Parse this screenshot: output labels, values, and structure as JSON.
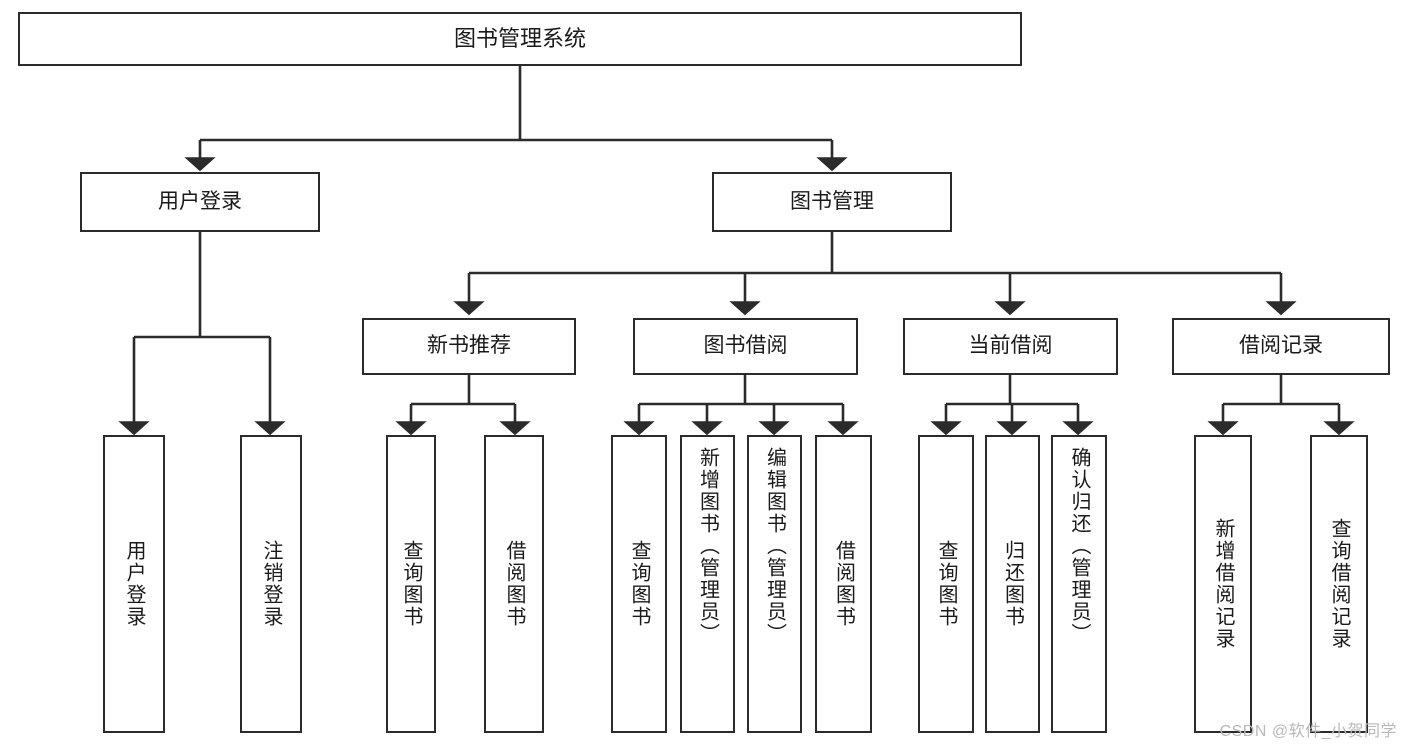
{
  "diagram": {
    "type": "tree-hierarchy",
    "title": "图书管理系统",
    "watermark": "CSDN @软件_小贺同学",
    "colors": {
      "box_border": "#2b2b2b",
      "box_fill": "#ffffff",
      "connector": "#2b2b2b",
      "text": "#1a1a1a",
      "watermark": "#b9b9b9",
      "background": "#ffffff"
    },
    "levels": {
      "root": {
        "label": "图书管理系统"
      },
      "level2": [
        {
          "label": "用户登录"
        },
        {
          "label": "图书管理"
        }
      ],
      "level3": [
        {
          "label": "新书推荐"
        },
        {
          "label": "图书借阅"
        },
        {
          "label": "当前借阅"
        },
        {
          "label": "借阅记录"
        }
      ],
      "leaves": {
        "user_login": [
          {
            "label": "用户登录"
          },
          {
            "label": "注销登录"
          }
        ],
        "new_book_recommend": [
          {
            "label": "查询图书"
          },
          {
            "label": "借阅图书"
          }
        ],
        "book_borrow": [
          {
            "label": "查询图书"
          },
          {
            "label": "新增图书（管理员）"
          },
          {
            "label": "编辑图书（管理员）"
          },
          {
            "label": "借阅图书"
          }
        ],
        "current_borrow": [
          {
            "label": "查询图书"
          },
          {
            "label": "归还图书"
          },
          {
            "label": "确认归还（管理员）"
          }
        ],
        "borrow_records": [
          {
            "label": "新增借阅记录"
          },
          {
            "label": "查询借阅记录"
          }
        ]
      }
    }
  }
}
